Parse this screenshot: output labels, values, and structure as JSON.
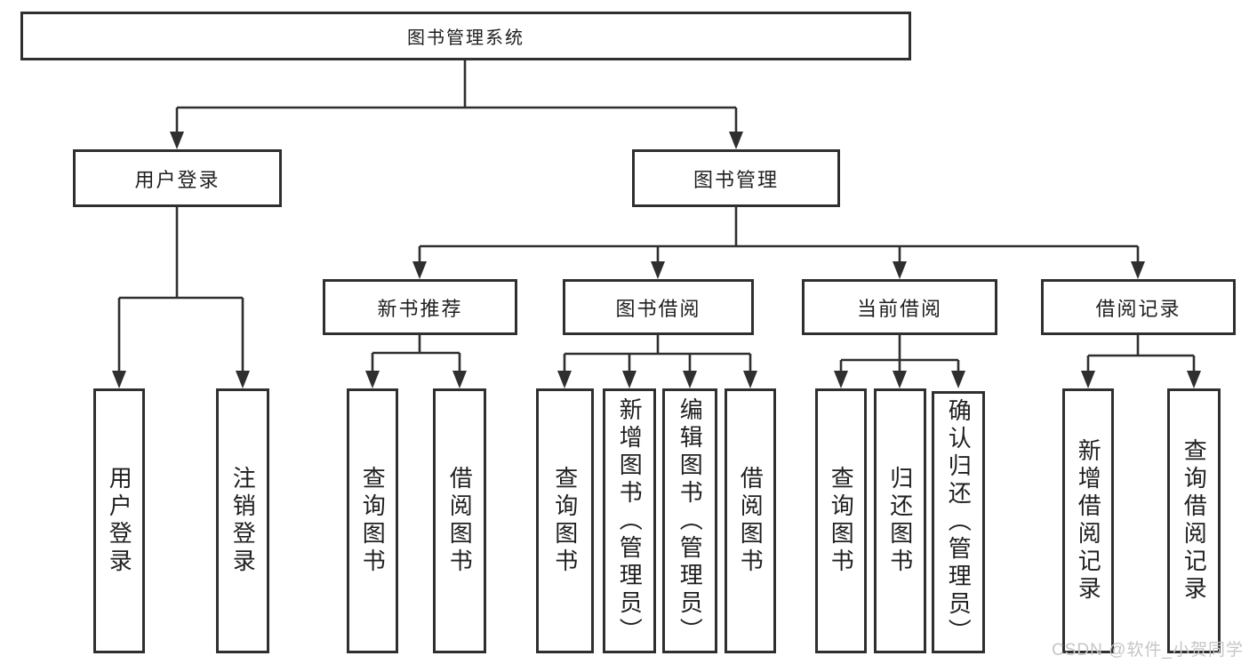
{
  "diagram": {
    "type": "hierarchy-tree",
    "title": "图书管理系统"
  },
  "tree": {
    "root": {
      "label": "图书管理系统"
    },
    "branches": [
      {
        "label": "用户登录",
        "children": [
          {
            "label": "用户登录"
          },
          {
            "label": "注销登录"
          }
        ]
      },
      {
        "label": "图书管理",
        "children": [
          {
            "label": "新书推荐",
            "children": [
              {
                "label": "查询图书"
              },
              {
                "label": "借阅图书"
              }
            ]
          },
          {
            "label": "图书借阅",
            "children": [
              {
                "label": "查询图书"
              },
              {
                "label": "新增图书（管理员）"
              },
              {
                "label": "编辑图书（管理员）"
              },
              {
                "label": "借阅图书"
              }
            ]
          },
          {
            "label": "当前借阅",
            "children": [
              {
                "label": "查询图书"
              },
              {
                "label": "归还图书"
              },
              {
                "label": "确认归还（管理员）"
              }
            ]
          },
          {
            "label": "借阅记录",
            "children": [
              {
                "label": "新增借阅记录"
              },
              {
                "label": "查询借阅记录"
              }
            ]
          }
        ]
      }
    ]
  },
  "watermark": {
    "text": "CSDN @软件_小贺同学"
  },
  "colors": {
    "line": "#2f2f2f",
    "text": "#1f1f1f",
    "background": "#ffffff",
    "watermark": "#c6c6c6"
  }
}
